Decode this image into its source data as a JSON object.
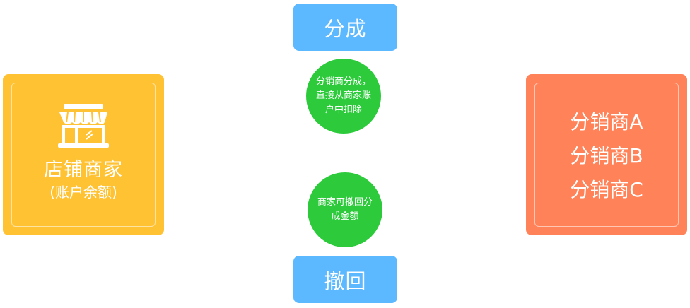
{
  "colors": {
    "merchant_bg": "#FFC233",
    "distributor_bg": "#FF8259",
    "pill_bg": "#5CB8FF",
    "bubble_bg": "#2DCB3C",
    "text": "#FFFFFF"
  },
  "merchant": {
    "icon": "storefront-icon",
    "title": "店铺商家",
    "subtitle": "(账户余额)"
  },
  "distributors": {
    "items": [
      "分销商A",
      "分销商B",
      "分销商C"
    ]
  },
  "actions": {
    "share_label": "分成",
    "revoke_label": "撤回"
  },
  "notes": {
    "share_note": "分销商分成，直接从商家账户中扣除",
    "revoke_note": "商家可撤回分成金额"
  }
}
